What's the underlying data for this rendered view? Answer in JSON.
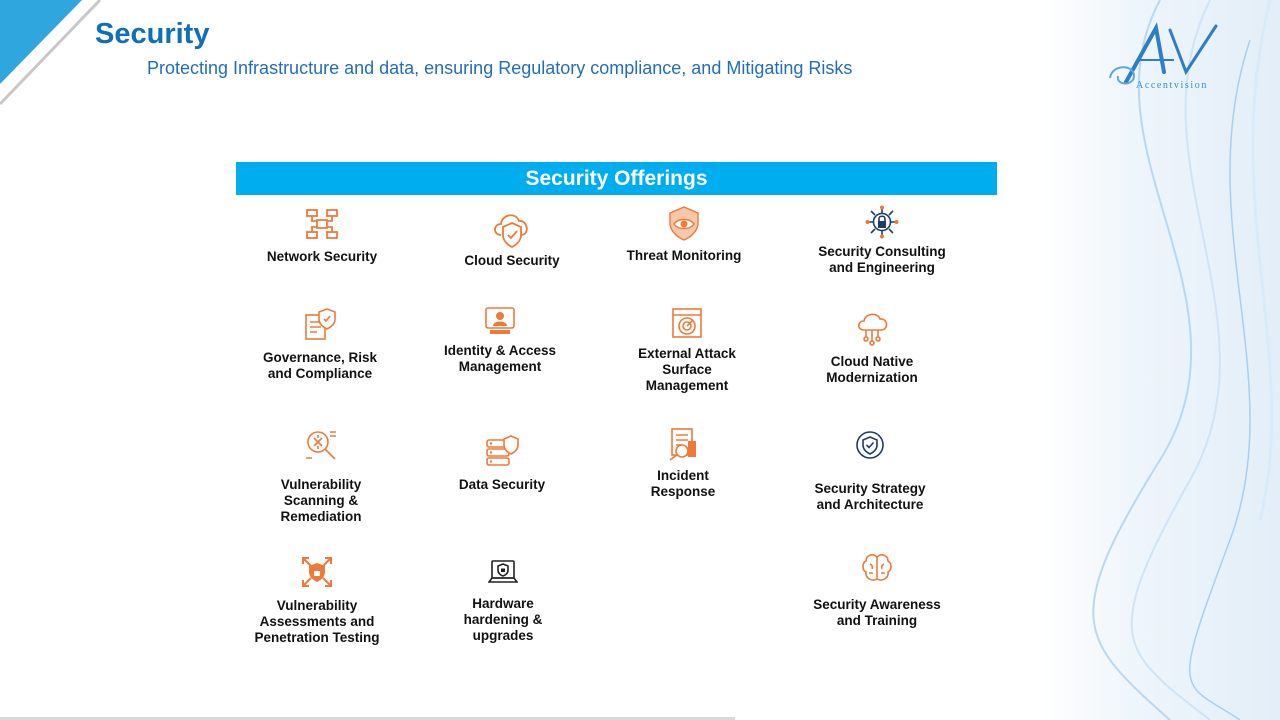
{
  "header": {
    "title": "Security",
    "subtitle": "Protecting Infrastructure and data, ensuring Regulatory compliance, and Mitigating Risks"
  },
  "logo": {
    "text": "Accentvision",
    "icon": "av-monogram-icon"
  },
  "banner": {
    "title": "Security Offerings",
    "color": "#00adef"
  },
  "colors": {
    "accent": "#0f6fb9",
    "icon_orange": "#ee7a3a",
    "icon_navy": "#1d3c6e"
  },
  "offerings": [
    {
      "label": "Network Security",
      "icon": "network-icon"
    },
    {
      "label": "Cloud Security",
      "icon": "cloud-shield-icon"
    },
    {
      "label": "Threat Monitoring",
      "icon": "eye-shield-icon"
    },
    {
      "label": "Security Consulting\nand Engineering",
      "icon": "lock-network-icon"
    },
    {
      "label": "Governance, Risk\nand Compliance",
      "icon": "document-shield-icon"
    },
    {
      "label": "Identity & Access\nManagement",
      "icon": "id-monitor-icon"
    },
    {
      "label": "External Attack\nSurface\nManagement",
      "icon": "radar-window-icon"
    },
    {
      "label": "Cloud Native\nModernization",
      "icon": "cloud-circuit-icon"
    },
    {
      "label": "Vulnerability\nScanning &\nRemediation",
      "icon": "bug-search-icon"
    },
    {
      "label": "Data Security",
      "icon": "database-shield-icon"
    },
    {
      "label": "Incident\nResponse",
      "icon": "report-magnifier-icon"
    },
    {
      "label": "Security Strategy\nand Architecture",
      "icon": "shield-check-icon"
    },
    {
      "label": "Vulnerability\nAssessments  and\nPenetration Testing",
      "icon": "lock-arrows-icon"
    },
    {
      "label": "Hardware\nhardening &\nupgrades",
      "icon": "laptop-lock-icon"
    },
    {
      "label": "Security Awareness\nand Training",
      "icon": "brain-icon"
    }
  ]
}
